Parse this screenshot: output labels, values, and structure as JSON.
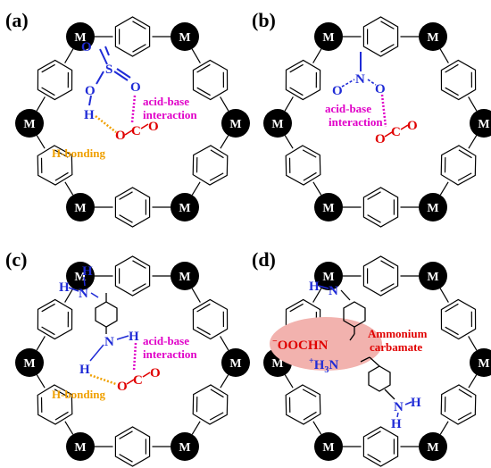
{
  "metal_label": "M",
  "colors": {
    "blue": "#1f2bd6",
    "magenta": "#e000c8",
    "orange": "#f0a000",
    "red": "#e00000",
    "pink": "#f2b2ae"
  },
  "panels": {
    "a": {
      "letter": "(a)",
      "interaction": [
        "acid-base",
        "interaction"
      ],
      "hbond": "H-bonding"
    },
    "b": {
      "letter": "(b)",
      "interaction": [
        "acid-base",
        "interaction"
      ]
    },
    "c": {
      "letter": "(c)",
      "interaction": [
        "acid-base",
        "interaction"
      ],
      "hbond": "H-bonding"
    },
    "d": {
      "letter": "(d)",
      "ammonium": [
        "Ammonium",
        "carbamate"
      ]
    }
  },
  "atoms": {
    "S": "S",
    "O": "O",
    "H": "H",
    "N": "N",
    "C": "C",
    "carbamate_left": "OOCHN",
    "minus": "−",
    "plus": "+",
    "h3n": "H",
    "three": "3",
    "n": "N"
  }
}
